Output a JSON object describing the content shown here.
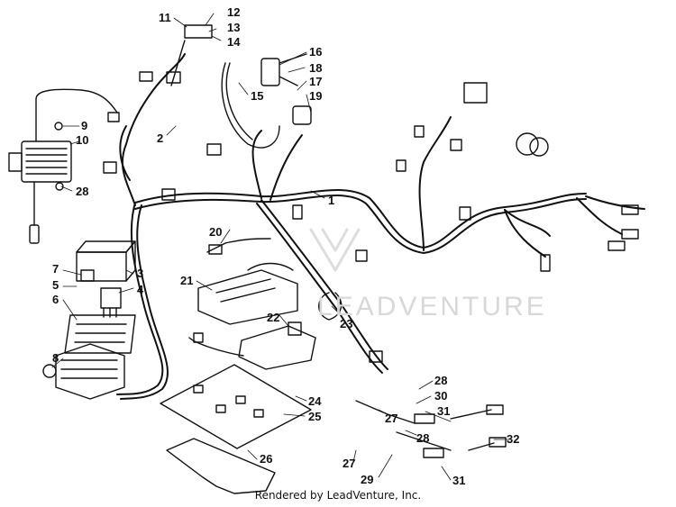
{
  "callouts": [
    {
      "id": "11",
      "label": "11"
    },
    {
      "id": "12",
      "label": "12"
    },
    {
      "id": "13",
      "label": "13"
    },
    {
      "id": "14",
      "label": "14"
    },
    {
      "id": "16",
      "label": "16"
    },
    {
      "id": "18",
      "label": "18"
    },
    {
      "id": "17",
      "label": "17"
    },
    {
      "id": "19",
      "label": "19"
    },
    {
      "id": "15",
      "label": "15"
    },
    {
      "id": "9",
      "label": "9"
    },
    {
      "id": "10",
      "label": "10"
    },
    {
      "id": "2",
      "label": "2"
    },
    {
      "id": "28a",
      "label": "28"
    },
    {
      "id": "1",
      "label": "1"
    },
    {
      "id": "20",
      "label": "20"
    },
    {
      "id": "3",
      "label": "3"
    },
    {
      "id": "4",
      "label": "4"
    },
    {
      "id": "7",
      "label": "7"
    },
    {
      "id": "5",
      "label": "5"
    },
    {
      "id": "6",
      "label": "6"
    },
    {
      "id": "21",
      "label": "21"
    },
    {
      "id": "22",
      "label": "22"
    },
    {
      "id": "23",
      "label": "23"
    },
    {
      "id": "8",
      "label": "8"
    },
    {
      "id": "24",
      "label": "24"
    },
    {
      "id": "25",
      "label": "25"
    },
    {
      "id": "28b",
      "label": "28"
    },
    {
      "id": "30",
      "label": "30"
    },
    {
      "id": "27a",
      "label": "27"
    },
    {
      "id": "31a",
      "label": "31"
    },
    {
      "id": "28c",
      "label": "28"
    },
    {
      "id": "32",
      "label": "32"
    },
    {
      "id": "26",
      "label": "26"
    },
    {
      "id": "27b",
      "label": "27"
    },
    {
      "id": "29",
      "label": "29"
    },
    {
      "id": "31b",
      "label": "31"
    }
  ],
  "watermark": "LEADVENTURE",
  "footer": "Rendered by LeadVenture, Inc.",
  "colors": {
    "line": "#111111",
    "watermark": "#d8d8d8",
    "background": "#ffffff"
  }
}
